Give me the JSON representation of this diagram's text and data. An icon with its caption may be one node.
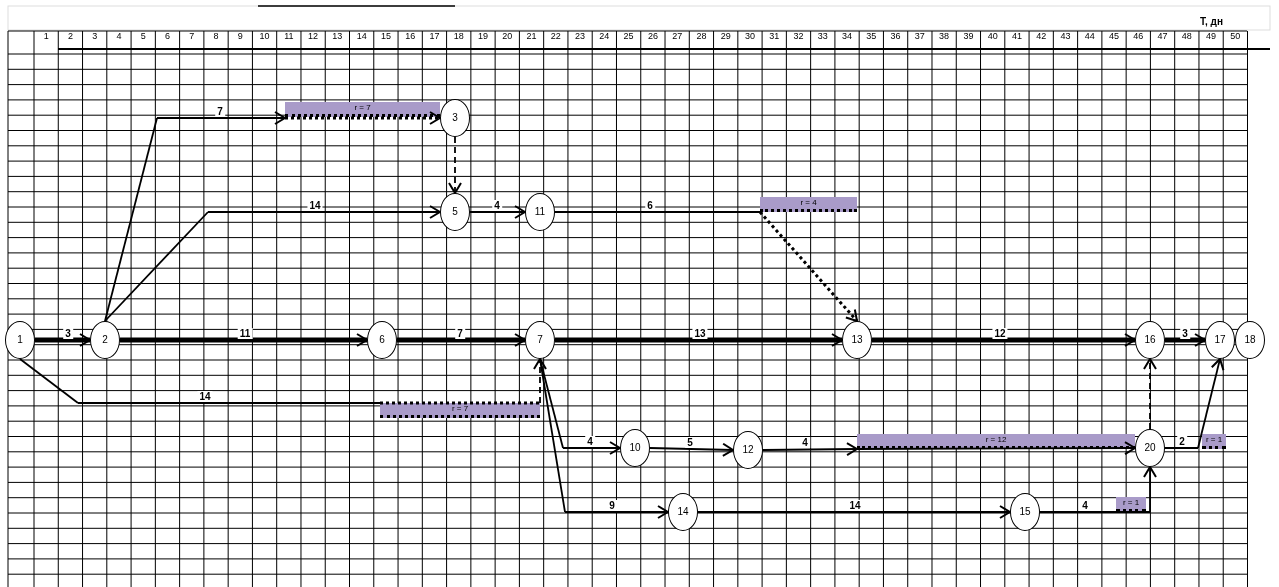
{
  "diagram": {
    "nodes": [
      {
        "text": [
          "1"
        ]
      },
      {
        "text": [
          "2"
        ]
      },
      {
        "text": [
          "3"
        ]
      },
      {
        "text": [
          "5"
        ]
      },
      {
        "text": [
          "11"
        ]
      },
      {
        "text": [
          "6"
        ]
      },
      {
        "text": [
          "7"
        ]
      },
      {
        "text": [
          "13"
        ]
      },
      {
        "text": [
          "16"
        ]
      },
      {
        "text": [
          "17"
        ]
      },
      {
        "text": [
          "18"
        ]
      },
      {
        "text": [
          "10"
        ]
      },
      {
        "text": [
          "12"
        ]
      },
      {
        "text": [
          "20"
        ]
      },
      {
        "text": [
          "14"
        ]
      },
      {
        "text": [
          "15"
        ]
      }
    ],
    "edges": [
      {
        "from": 0,
        "to": 1,
        "arrow": "to",
        "label": "3",
        "style": "thick"
      },
      {
        "from": 1,
        "to": 2,
        "arrow": "to",
        "label": "7"
      },
      {
        "from": 2,
        "to": 3,
        "arrow": "to",
        "style": "dashed"
      },
      {
        "from": 1,
        "to": 3,
        "arrow": "to",
        "label": "14"
      },
      {
        "from": 3,
        "to": 4,
        "arrow": "to",
        "label": "4"
      },
      {
        "from": 4,
        "to": 7,
        "arrow": "to",
        "label": "6"
      },
      {
        "from": 1,
        "to": 5,
        "arrow": "to",
        "label": "11",
        "style": "thick"
      },
      {
        "from": 5,
        "to": 6,
        "arrow": "to",
        "label": "7",
        "style": "thick"
      },
      {
        "from": 0,
        "to": 6,
        "arrow": "to",
        "label": "14"
      },
      {
        "from": 6,
        "to": 7,
        "arrow": "to",
        "label": "13",
        "style": "thick"
      },
      {
        "from": 7,
        "to": 8,
        "arrow": "to",
        "label": "12",
        "style": "thick"
      },
      {
        "from": 8,
        "to": 9,
        "arrow": "to",
        "label": "3",
        "style": "thick"
      },
      {
        "from": 6,
        "to": 11,
        "arrow": "to",
        "label": "4"
      },
      {
        "from": 11,
        "to": 12,
        "arrow": "to",
        "label": "5"
      },
      {
        "from": 12,
        "to": 13,
        "arrow": "to",
        "label": "4"
      },
      {
        "from": 13,
        "to": 8,
        "arrow": "to",
        "style": "dashed"
      },
      {
        "from": 13,
        "to": 9,
        "arrow": "to",
        "label": "2"
      },
      {
        "from": 6,
        "to": 14,
        "arrow": "to",
        "label": "9"
      },
      {
        "from": 14,
        "to": 15,
        "arrow": "to",
        "label": "14"
      },
      {
        "from": 15,
        "to": 13,
        "arrow": "to",
        "label": "4"
      }
    ],
    "labels": [
      "T, дн",
      "1",
      "2",
      "3",
      "4",
      "5",
      "6",
      "7",
      "8",
      "9",
      "10",
      "11",
      "12",
      "13",
      "14",
      "15",
      "16",
      "17",
      "18",
      "19",
      "20",
      "21",
      "22",
      "23",
      "24",
      "25",
      "26",
      "27",
      "28",
      "29",
      "30",
      "31",
      "32",
      "33",
      "34",
      "35",
      "36",
      "37",
      "38",
      "39",
      "40",
      "41",
      "42",
      "43",
      "44",
      "45",
      "46",
      "47",
      "48",
      "49",
      "50",
      "r = 7",
      "r = 4",
      "r = 7",
      "r = 12",
      "r = 1",
      "r = 1"
    ]
  }
}
